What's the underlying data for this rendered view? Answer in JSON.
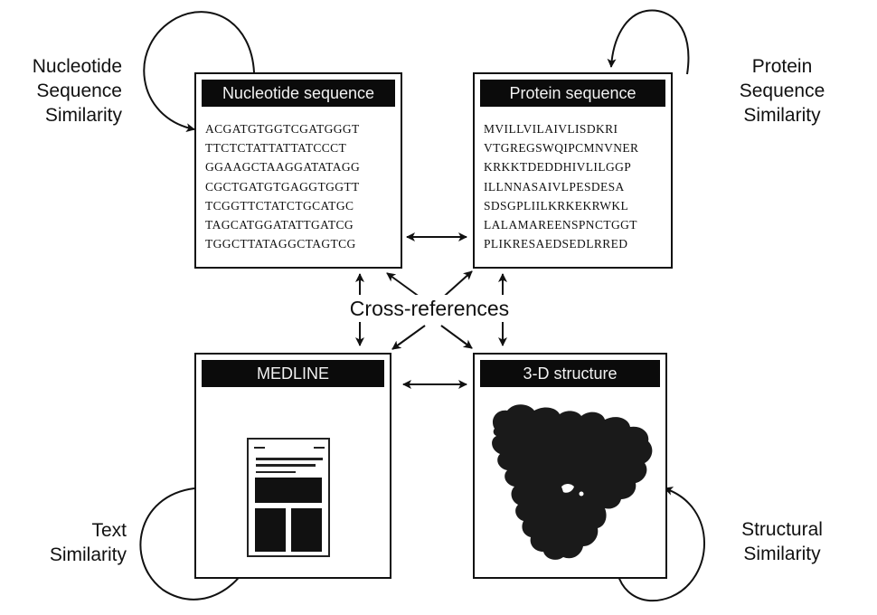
{
  "panels": {
    "nucleotide": {
      "title": "Nucleotide sequence",
      "lines": [
        "ACGATGTGGTCGATGGGT",
        "TTCTCTATTATTATCCCT",
        "GGAAGCTAAGGATATAGG",
        "CGCTGATGTGAGGTGGTT",
        "TCGGTTCTATCTGCATGC",
        "TAGCATGGATATTGATCG",
        "TGGCTTATAGGCTAGTCG"
      ]
    },
    "protein": {
      "title": "Protein sequence",
      "lines": [
        "MVILLVILAIVLISDKRI",
        "VTGREGSWQIPCMNVNER",
        "KRKKTDEDDHIVLILGGP",
        "ILLNNASAIVLPESDESA",
        "SDSGPLIILKRKEKRWKL",
        "LALAMAREENSPNCTGGT",
        "PLIKRESAEDSEDLRRED"
      ]
    },
    "medline": {
      "title": "MEDLINE"
    },
    "structure": {
      "title": "3-D structure"
    }
  },
  "labels": {
    "nucleotide_similarity": [
      "Nucleotide",
      "Sequence",
      "Similarity"
    ],
    "protein_similarity": [
      "Protein",
      "Sequence",
      "Similarity"
    ],
    "text_similarity": [
      "Text",
      "Similarity"
    ],
    "structural_similarity": [
      "Structural",
      "Similarity"
    ],
    "cross_references": "Cross-references"
  }
}
